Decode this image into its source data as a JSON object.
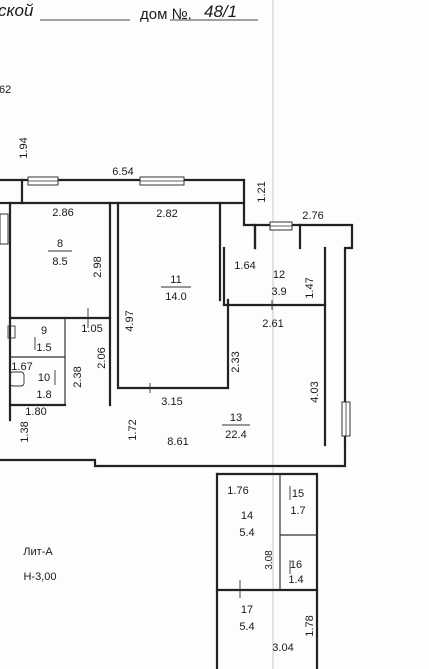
{
  "header": {
    "street_fragment": "ской",
    "house_label": "дом №.",
    "house_number": "48/1"
  },
  "rooms": [
    {
      "id": "room-8",
      "number": "8",
      "area": "8.5"
    },
    {
      "id": "room-9",
      "number": "9",
      "area": "1.5"
    },
    {
      "id": "room-10",
      "number": "10",
      "area": "1.8"
    },
    {
      "id": "room-11",
      "number": "11",
      "area": "14.0"
    },
    {
      "id": "room-12",
      "number": "12",
      "area": "3.9"
    },
    {
      "id": "room-13",
      "number": "13",
      "area": "22.4"
    },
    {
      "id": "room-14",
      "number": "14",
      "area": "5.4"
    },
    {
      "id": "room-15",
      "number": "15",
      "area": "1.7"
    },
    {
      "id": "room-16",
      "number": "16",
      "area": "1.4"
    },
    {
      "id": "room-17",
      "number": "17",
      "area": "5.4"
    }
  ],
  "dimensions": [
    "62",
    "1.94",
    "6.54",
    "1.21",
    "2.86",
    "2.82",
    "2.76",
    "2.98",
    "4.97",
    "1.64",
    "1.47",
    "2.61",
    "1.05",
    "1.67",
    "2.06",
    "2.33",
    "2.38",
    "4.03",
    "3.15",
    "1.80",
    "1.38",
    "1.72",
    "8.61",
    "1.76",
    "3.08",
    "1.78",
    "3.04"
  ],
  "notes": {
    "lit": "Лит-А",
    "height": "Н-3,00"
  }
}
